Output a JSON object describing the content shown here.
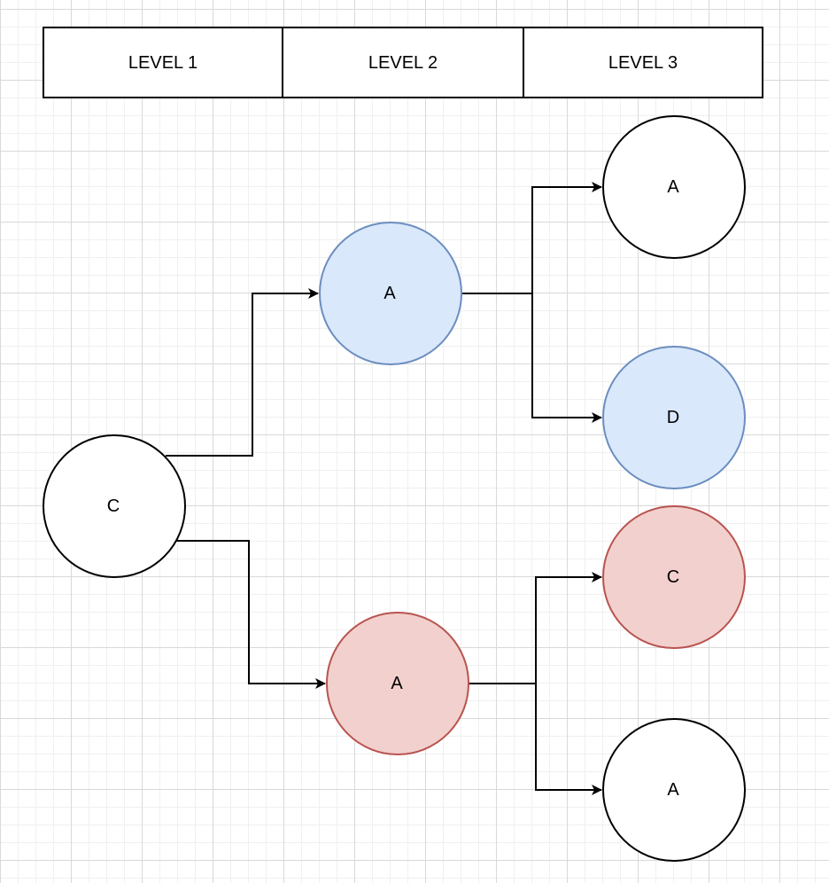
{
  "header": {
    "levels": [
      {
        "label": "LEVEL 1"
      },
      {
        "label": "LEVEL 2"
      },
      {
        "label": "LEVEL 3"
      }
    ]
  },
  "nodes": {
    "root": {
      "label": "C",
      "fill": "#ffffff",
      "stroke": "#000000"
    },
    "l2_top": {
      "label": "A",
      "fill": "#dae8fc",
      "stroke": "#6c8ebf"
    },
    "l2_bottom": {
      "label": "A",
      "fill": "#f2d0cd",
      "stroke": "#b85450"
    },
    "l3_1": {
      "label": "A",
      "fill": "#ffffff",
      "stroke": "#000000"
    },
    "l3_2": {
      "label": "D",
      "fill": "#dae8fc",
      "stroke": "#6c8ebf"
    },
    "l3_3": {
      "label": "C",
      "fill": "#f2d0cd",
      "stroke": "#b85450"
    },
    "l3_4": {
      "label": "A",
      "fill": "#ffffff",
      "stroke": "#000000"
    }
  },
  "edges": [
    {
      "from": "root",
      "to": "l2_top"
    },
    {
      "from": "root",
      "to": "l2_bottom"
    },
    {
      "from": "l2_top",
      "to": "l3_1"
    },
    {
      "from": "l2_top",
      "to": "l3_2"
    },
    {
      "from": "l2_bottom",
      "to": "l3_3"
    },
    {
      "from": "l2_bottom",
      "to": "l3_4"
    }
  ]
}
